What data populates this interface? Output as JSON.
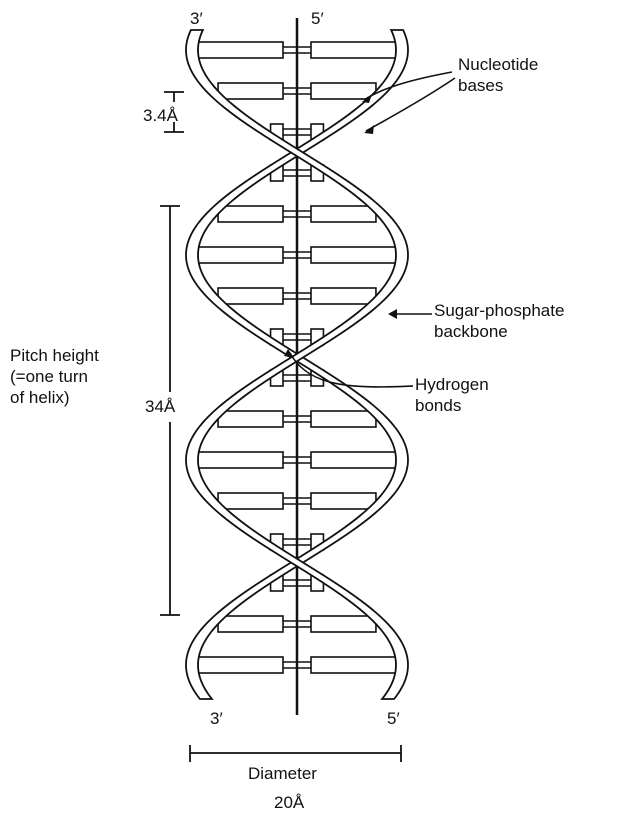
{
  "strand_ends": {
    "top_left": "3′",
    "top_right": "5′",
    "bottom_left": "3′",
    "bottom_right": "5′"
  },
  "labels": {
    "nucleotide_bases": "Nucleotide\nbases",
    "sugar_phosphate_backbone": "Sugar-phosphate\nbackbone",
    "hydrogen_bonds": "Hydrogen\nbonds",
    "pitch_height": "Pitch height\n(=one turn\nof helix)"
  },
  "measurements": {
    "base_spacing": "3.4Å",
    "pitch": "34Å",
    "diameter_label": "Diameter",
    "diameter_value": "20Å"
  },
  "colors": {
    "ink": "#111111",
    "background": "#ffffff"
  }
}
